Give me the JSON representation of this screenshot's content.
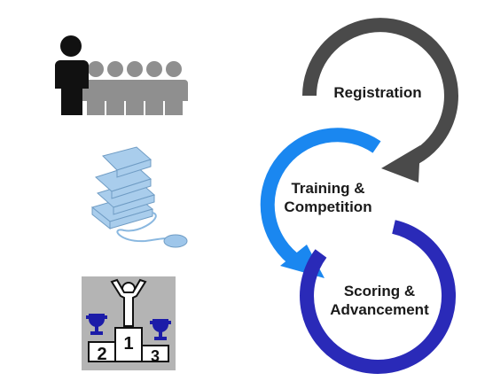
{
  "stages": [
    {
      "id": "registration",
      "line1": "Registration",
      "line2": "",
      "color": "#4a4a4a"
    },
    {
      "id": "training",
      "line1": "Training &",
      "line2": "Competition",
      "color": "#1a87f0"
    },
    {
      "id": "scoring",
      "line1": "Scoring &",
      "line2": "Advancement",
      "color": "#2a2ab8"
    }
  ],
  "podium": {
    "first": "1",
    "second": "2",
    "third": "3"
  },
  "icons": [
    "group-of-people-icon",
    "books-and-mouse-icon",
    "podium-winners-icon"
  ],
  "colors": {
    "people_dark": "#111111",
    "people_grey": "#8f8f8f",
    "books": "#9ec6ea",
    "trophy": "#1c1ca8",
    "podium_bg": "#b4b4b4"
  }
}
